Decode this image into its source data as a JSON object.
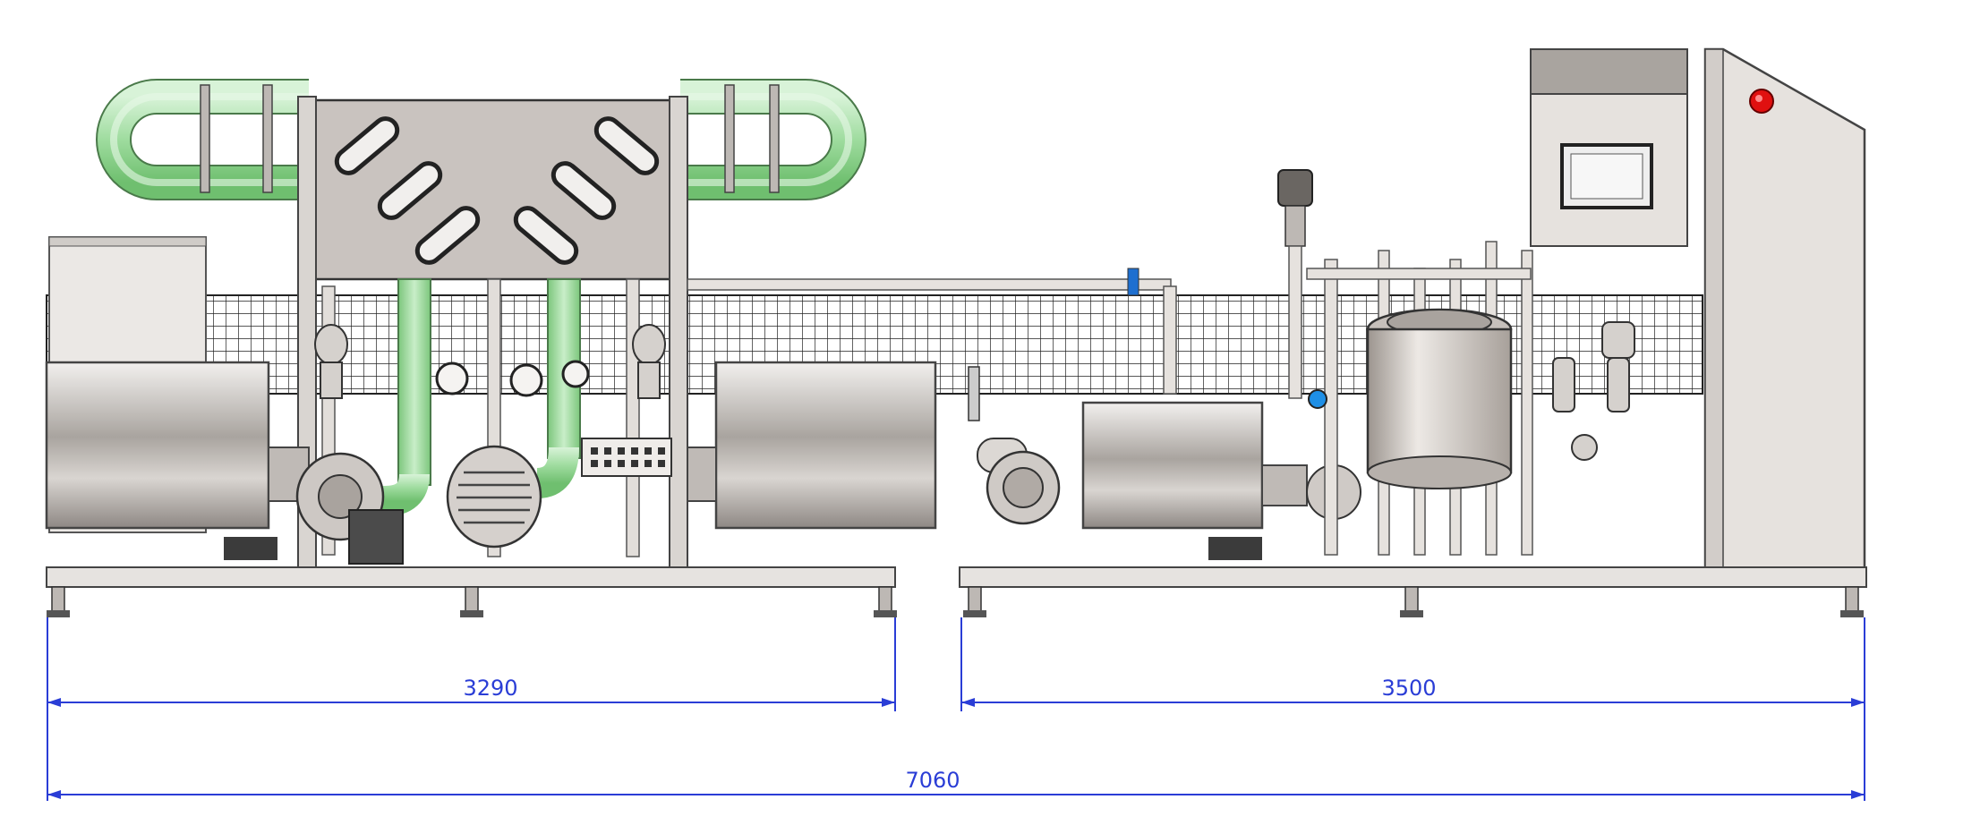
{
  "dimensions": {
    "left_skid": "3290",
    "right_skid": "3500",
    "overall": "7060"
  },
  "colors": {
    "dimension_line": "#2a3dd6",
    "steel": "#cfcac6",
    "steel_dark": "#8a8480",
    "green_pipe": "#9fdc9f",
    "panel": "#e6e2de",
    "indicator_red": "#e01010",
    "sensor_blue": "#1e8fe6"
  }
}
